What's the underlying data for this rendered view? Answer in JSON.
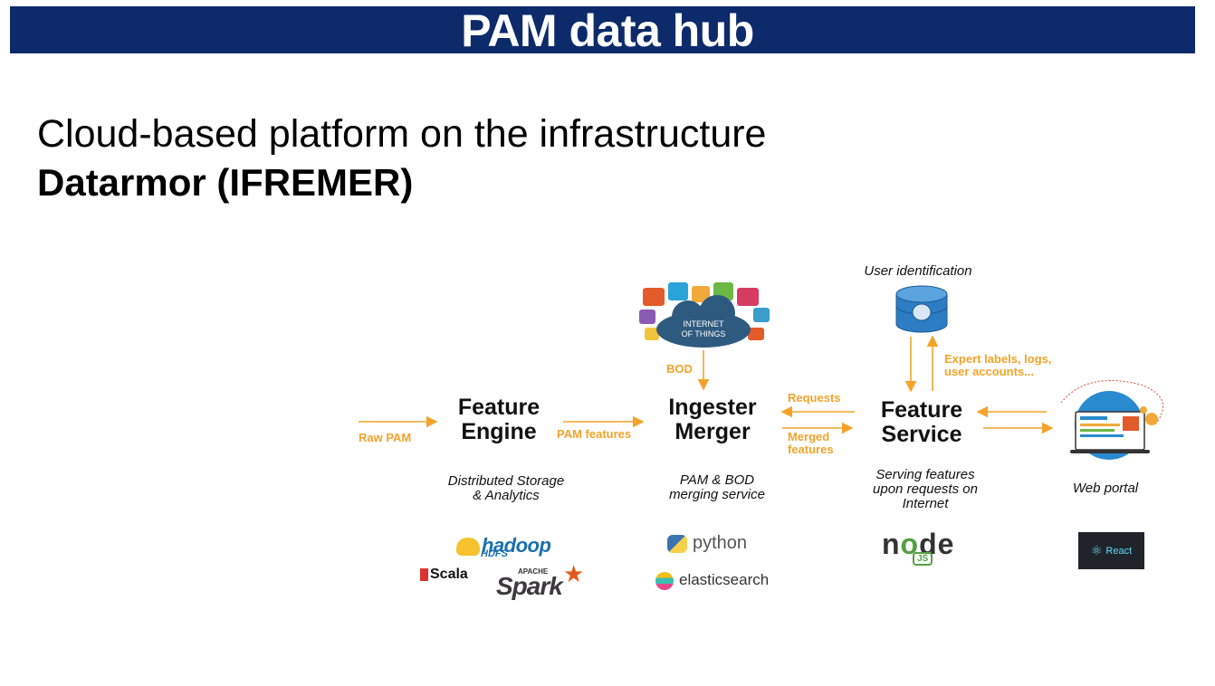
{
  "header": {
    "title": "PAM data hub"
  },
  "subtitle": {
    "line1": "Cloud-based platform on the infrastructure",
    "line2": "Datarmor (IFREMER)"
  },
  "diagram": {
    "nodes": {
      "feature_engine": [
        "Feature",
        "Engine"
      ],
      "ingester_merger": [
        "Ingester",
        "Merger"
      ],
      "feature_service": [
        "Feature",
        "Service"
      ]
    },
    "flow_labels": {
      "raw_pam": "Raw PAM",
      "pam_features": "PAM features",
      "bod": "BOD",
      "requests": "Requests",
      "merged_features": [
        "Merged",
        "features"
      ],
      "expert_labels": [
        "Expert labels, logs,",
        "user accounts..."
      ]
    },
    "icons": {
      "iot": [
        "INTERNET",
        "OF THINGS"
      ],
      "user_identification": "User identification"
    },
    "descriptions": {
      "feature_engine": [
        "Distributed Storage",
        "& Analytics"
      ],
      "ingester_merger": [
        "PAM & BOD",
        "merging service"
      ],
      "feature_service": [
        "Serving features",
        "upon requests on",
        "Internet"
      ],
      "web_portal": "Web portal"
    },
    "tech_logos": {
      "hadoop": "hadoop",
      "hdfs": "HDFS",
      "scala": "Scala",
      "apache": "APACHE",
      "spark": "Spark",
      "python": "python",
      "elasticsearch": "elasticsearch",
      "node_n": "n",
      "node_o": "o",
      "node_de": "de",
      "node_js": "JS",
      "react": "React"
    },
    "colors": {
      "header_bg": "#0d2a6b",
      "arrow": "#f4a32a",
      "db": "#2d7dc4"
    }
  }
}
